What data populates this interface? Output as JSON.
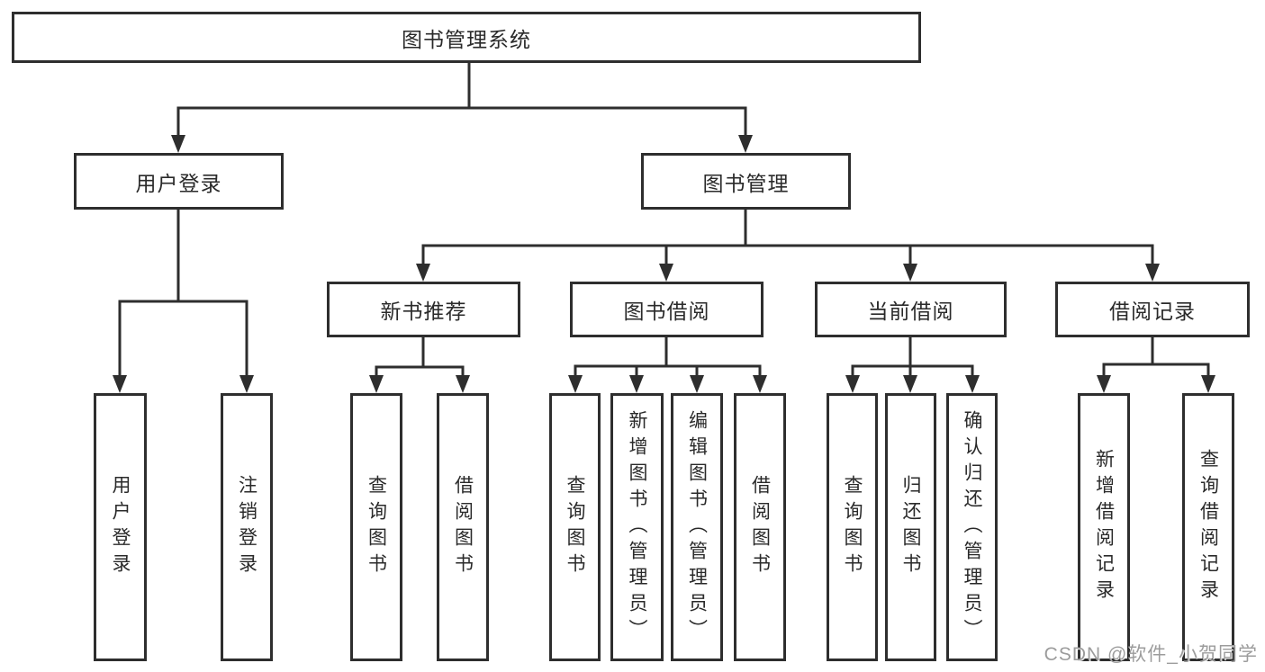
{
  "diagram": {
    "title_node": "图书管理系统",
    "colors": {
      "line": "#2e2e2e",
      "box_border": "#2e2e2e",
      "text": "#2a2a2a",
      "watermark": "#9c9c9c",
      "background": "#ffffff"
    },
    "nodes": {
      "root": {
        "label": "图书管理系统"
      },
      "user_login": {
        "label": "用户登录"
      },
      "book_mgmt": {
        "label": "图书管理"
      },
      "new_book_rec": {
        "label": "新书推荐"
      },
      "book_borrow": {
        "label": "图书借阅"
      },
      "current_borrow": {
        "label": "当前借阅"
      },
      "borrow_record": {
        "label": "借阅记录"
      },
      "leaf_user_login": {
        "label": "用户登录"
      },
      "leaf_logout": {
        "label": "注销登录"
      },
      "leaf_nb_query": {
        "label": "查询图书"
      },
      "leaf_nb_borrow": {
        "label": "借阅图书"
      },
      "leaf_bb_query": {
        "label": "查询图书"
      },
      "leaf_bb_add": {
        "label": "新增图书（管理员）"
      },
      "leaf_bb_edit": {
        "label": "编辑图书（管理员）"
      },
      "leaf_bb_borrow": {
        "label": "借阅图书"
      },
      "leaf_cb_query": {
        "label": "查询图书"
      },
      "leaf_cb_return": {
        "label": "归还图书"
      },
      "leaf_cb_confirm": {
        "label": "确认归还（管理员）"
      },
      "leaf_br_add": {
        "label": "新增借阅记录"
      },
      "leaf_br_query": {
        "label": "查询借阅记录"
      }
    },
    "watermark": {
      "text": "CSDN @软件_小贺同学"
    }
  }
}
